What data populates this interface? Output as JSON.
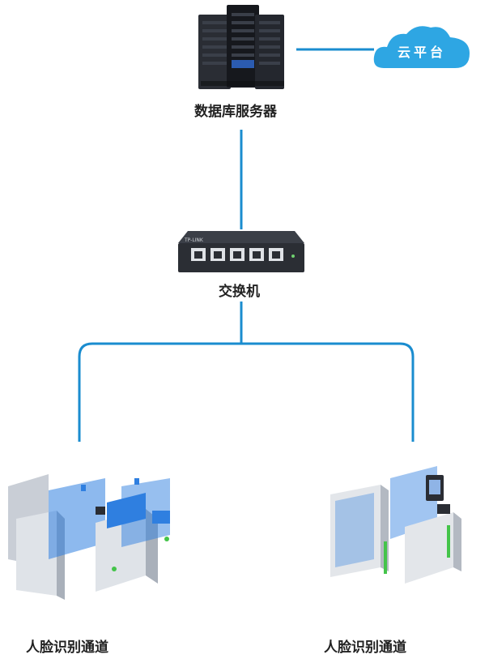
{
  "nodes": {
    "cloud": {
      "label": "云平台"
    },
    "database_server": {
      "label": "数据库服务器"
    },
    "switch": {
      "label": "交换机",
      "brand": "TP-LINK"
    },
    "gate_left": {
      "label": "人脸识别通道"
    },
    "gate_right": {
      "label": "人脸识别通道"
    }
  },
  "colors": {
    "connector": "#1a8ccf",
    "cloud": "#2ea6e3",
    "gate_panel": "#2f7fe0",
    "server": "#1c1e24",
    "switch_body": "#2b2e34"
  },
  "icons": [
    "server-rack-icon",
    "cloud-icon",
    "network-switch-icon",
    "turnstile-gate-icon",
    "face-recognition-gate-icon"
  ]
}
